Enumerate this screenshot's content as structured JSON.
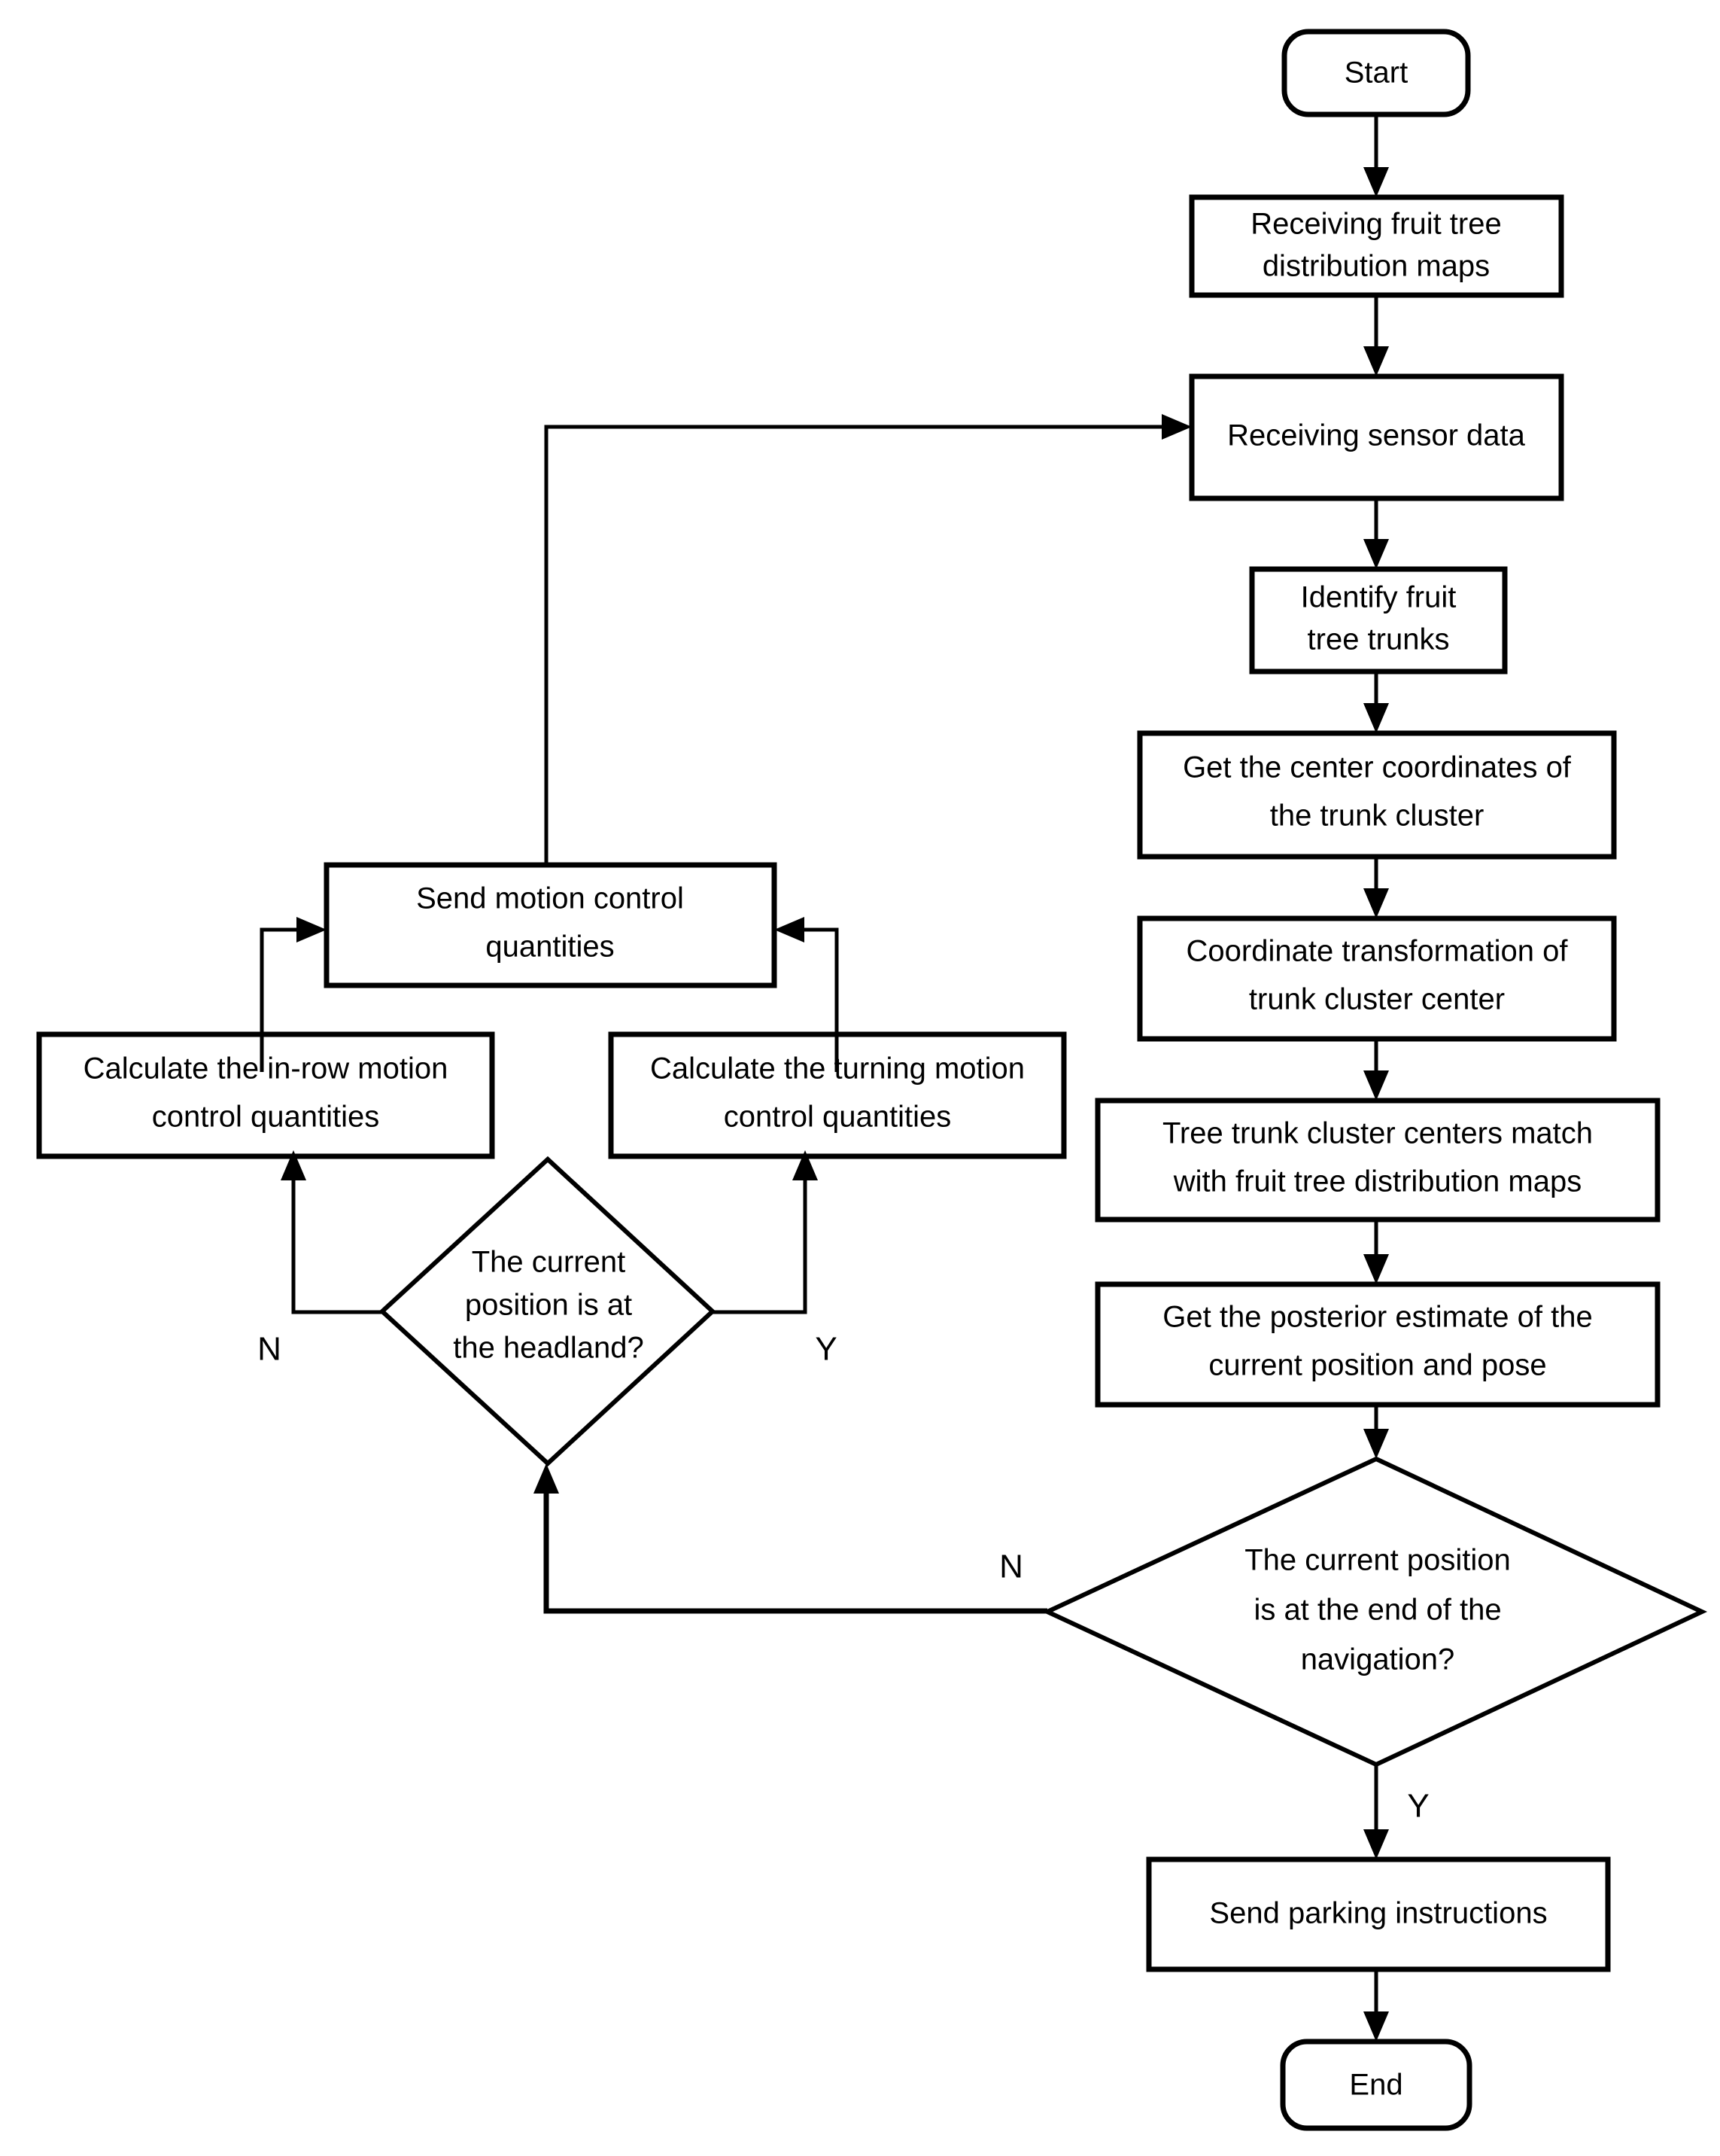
{
  "diagram": {
    "title": "Orchard navigation control flowchart",
    "background_color": "#ffffff",
    "line_color": "#000000",
    "text_color": "#000000"
  },
  "nodes": {
    "start": {
      "id": "start",
      "shape": "terminator",
      "label": "Start"
    },
    "receive_maps": {
      "id": "receive_maps",
      "shape": "process",
      "line1": "Receiving fruit tree",
      "line2": "distribution maps"
    },
    "receive_sensor": {
      "id": "receive_sensor",
      "shape": "process",
      "line1": "Receiving sensor data",
      "line2": ""
    },
    "identify_trunks": {
      "id": "identify_trunks",
      "shape": "process",
      "line1": "Identify fruit",
      "line2": "tree trunks"
    },
    "center_coords": {
      "id": "center_coords",
      "shape": "process",
      "line1": "Get the center coordinates of",
      "line2": "the trunk cluster"
    },
    "coord_transform": {
      "id": "coord_transform",
      "shape": "process",
      "line1": "Coordinate transformation of",
      "line2": "trunk cluster center"
    },
    "match_maps": {
      "id": "match_maps",
      "shape": "process",
      "line1": "Tree trunk cluster centers match",
      "line2": "with fruit tree distribution maps"
    },
    "posterior_estimate": {
      "id": "posterior_estimate",
      "shape": "process",
      "line1": "Get the posterior estimate of the",
      "line2": "current position and pose"
    },
    "nav_end_decision": {
      "id": "nav_end_decision",
      "shape": "decision",
      "line1": "The current position",
      "line2": "is at the end of the",
      "line3": "navigation?"
    },
    "send_parking": {
      "id": "send_parking",
      "shape": "process",
      "line1": "Send parking instructions",
      "line2": ""
    },
    "end": {
      "id": "end",
      "shape": "terminator",
      "label": "End"
    },
    "headland_decision": {
      "id": "headland_decision",
      "shape": "decision",
      "line1": "The current",
      "line2": "position is at",
      "line3": "the headland?"
    },
    "in_row_calc": {
      "id": "in_row_calc",
      "shape": "process",
      "line1": "Calculate the in-row motion",
      "line2": "control quantities"
    },
    "turning_calc": {
      "id": "turning_calc",
      "shape": "process",
      "line1": "Calculate the turning motion",
      "line2": "control quantities"
    },
    "send_motion": {
      "id": "send_motion",
      "shape": "process",
      "line1": "Send motion control",
      "line2": "quantities"
    }
  },
  "branch_labels": {
    "nav_end_no": "N",
    "nav_end_yes": "Y",
    "headland_no": "N",
    "headland_yes": "Y"
  },
  "edges": [
    {
      "from": "start",
      "to": "receive_maps",
      "label": ""
    },
    {
      "from": "receive_maps",
      "to": "receive_sensor",
      "label": ""
    },
    {
      "from": "receive_sensor",
      "to": "identify_trunks",
      "label": ""
    },
    {
      "from": "identify_trunks",
      "to": "center_coords",
      "label": ""
    },
    {
      "from": "center_coords",
      "to": "coord_transform",
      "label": ""
    },
    {
      "from": "coord_transform",
      "to": "match_maps",
      "label": ""
    },
    {
      "from": "match_maps",
      "to": "posterior_estimate",
      "label": ""
    },
    {
      "from": "posterior_estimate",
      "to": "nav_end_decision",
      "label": ""
    },
    {
      "from": "nav_end_decision",
      "to": "send_parking",
      "label": "Y"
    },
    {
      "from": "nav_end_decision",
      "to": "headland_decision",
      "label": "N"
    },
    {
      "from": "send_parking",
      "to": "end",
      "label": ""
    },
    {
      "from": "headland_decision",
      "to": "in_row_calc",
      "label": "N"
    },
    {
      "from": "headland_decision",
      "to": "turning_calc",
      "label": "Y"
    },
    {
      "from": "in_row_calc",
      "to": "send_motion",
      "label": ""
    },
    {
      "from": "turning_calc",
      "to": "send_motion",
      "label": ""
    },
    {
      "from": "send_motion",
      "to": "receive_sensor",
      "label": ""
    }
  ]
}
